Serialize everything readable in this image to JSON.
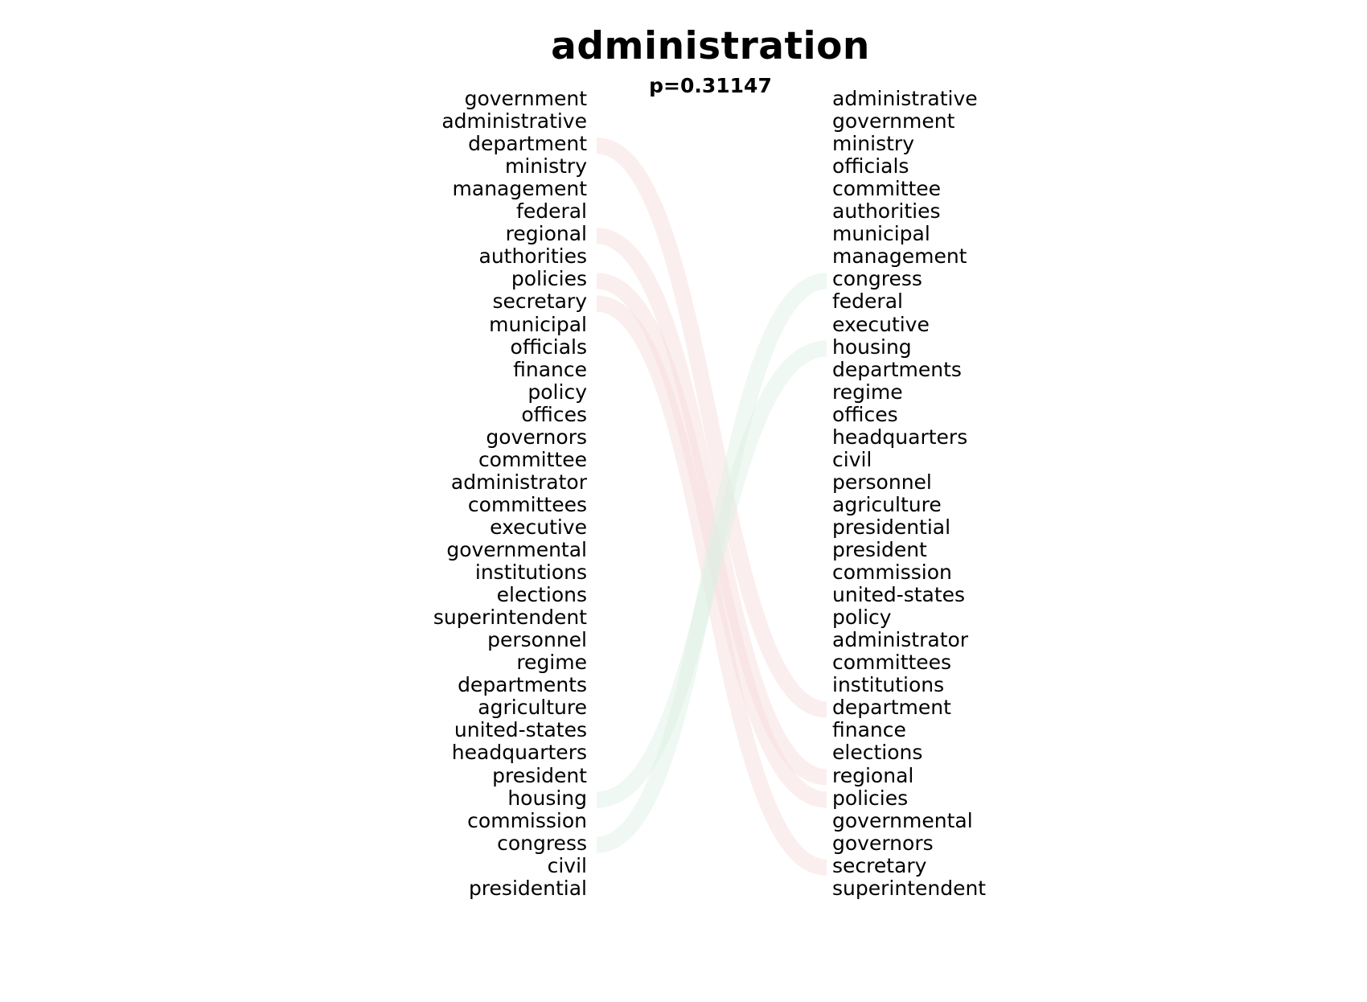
{
  "title": "administration",
  "subtitle": "p=0.31147",
  "left_words": [
    "government",
    "administrative",
    "department",
    "ministry",
    "management",
    "federal",
    "regional",
    "authorities",
    "policies",
    "secretary",
    "municipal",
    "officials",
    "finance",
    "policy",
    "offices",
    "governors",
    "committee",
    "administrator",
    "committees",
    "executive",
    "governmental",
    "institutions",
    "elections",
    "superintendent",
    "personnel",
    "regime",
    "departments",
    "agriculture",
    "united-states",
    "headquarters",
    "president",
    "housing",
    "commission",
    "congress",
    "civil",
    "presidential"
  ],
  "right_words": [
    "administrative",
    "government",
    "ministry",
    "officials",
    "committee",
    "authorities",
    "municipal",
    "management",
    "congress",
    "federal",
    "executive",
    "housing",
    "departments",
    "regime",
    "offices",
    "headquarters",
    "civil",
    "personnel",
    "agriculture",
    "presidential",
    "president",
    "commission",
    "united-states",
    "policy",
    "administrator",
    "committees",
    "institutions",
    "department",
    "finance",
    "elections",
    "regional",
    "policies",
    "governmental",
    "governors",
    "secretary",
    "superintendent"
  ],
  "links": [
    {
      "from": "department",
      "to": "department",
      "color": "#f7dada"
    },
    {
      "from": "regional",
      "to": "regional",
      "color": "#f7dada"
    },
    {
      "from": "policies",
      "to": "policies",
      "color": "#f7dada"
    },
    {
      "from": "secretary",
      "to": "secretary",
      "color": "#f7dada"
    },
    {
      "from": "housing",
      "to": "housing",
      "color": "#dcefe2"
    },
    {
      "from": "congress",
      "to": "congress",
      "color": "#dcefe2"
    }
  ]
}
